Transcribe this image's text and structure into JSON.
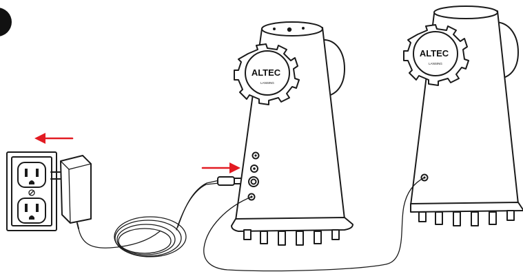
{
  "step_marker": "",
  "speaker_left": {
    "brand": "ALTEC",
    "sub": "LANSING"
  },
  "speaker_right": {
    "brand": "ALTEC",
    "sub": "LANSING"
  },
  "colors": {
    "line": "#1a1a1a",
    "arrow": "#e21b22",
    "background": "#ffffff"
  },
  "icons": {
    "left_arrow": "arrow-left-icon",
    "right_arrow": "arrow-right-icon"
  }
}
